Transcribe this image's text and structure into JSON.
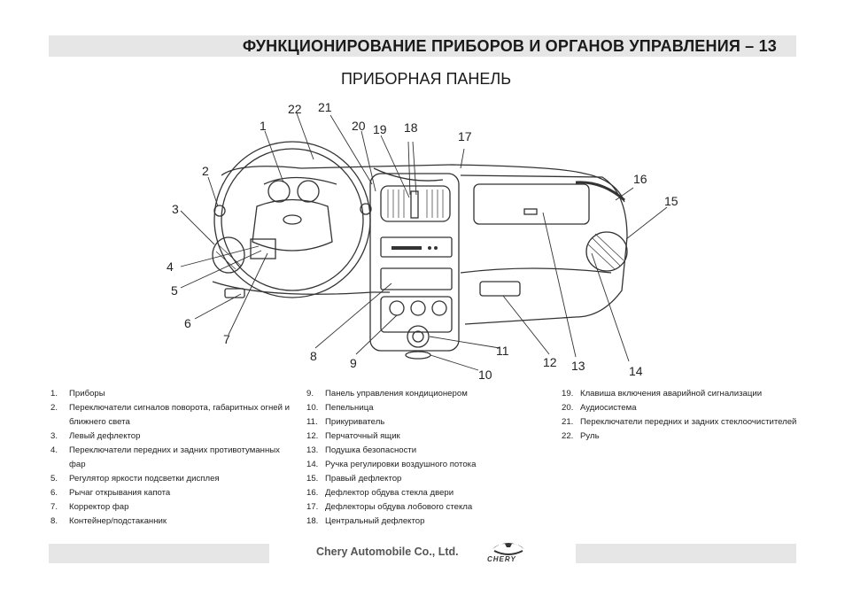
{
  "header": {
    "title": "ФУНКЦИОНИРОВАНИЕ ПРИБОРОВ И ОРГАНОВ УПРАВЛЕНИЯ – 13"
  },
  "section_title": "ПРИБОРНАЯ ПАНЕЛЬ",
  "diagram": {
    "callouts": [
      "1",
      "2",
      "3",
      "4",
      "5",
      "6",
      "7",
      "8",
      "9",
      "10",
      "11",
      "12",
      "13",
      "14",
      "15",
      "16",
      "17",
      "18",
      "19",
      "20",
      "21",
      "22"
    ]
  },
  "legend": {
    "col1": [
      {
        "num": "1.",
        "text": "Приборы"
      },
      {
        "num": "2.",
        "text": "Переключатели сигналов поворота, габаритных огней и ближнего света"
      },
      {
        "num": "3.",
        "text": "Левый дефлектор"
      },
      {
        "num": "4.",
        "text": "Переключатели передних и задних противотуманных фар"
      },
      {
        "num": "5.",
        "text": "Регулятор яркости подсветки дисплея"
      },
      {
        "num": "6.",
        "text": "Рычаг открывания капота"
      },
      {
        "num": "7.",
        "text": "Корректор фар"
      },
      {
        "num": "8.",
        "text": "Контейнер/подстаканник"
      }
    ],
    "col2": [
      {
        "num": "9.",
        "text": "Панель управления кондиционером"
      },
      {
        "num": "10.",
        "text": "Пепельница"
      },
      {
        "num": "11.",
        "text": "Прикуриватель"
      },
      {
        "num": "12.",
        "text": "Перчаточный ящик"
      },
      {
        "num": "13.",
        "text": "Подушка безопасности"
      },
      {
        "num": "14.",
        "text": "Ручка регулировки воздушного потока"
      },
      {
        "num": "15.",
        "text": "Правый дефлектор"
      },
      {
        "num": "16.",
        "text": "Дефлектор обдува стекла двери"
      },
      {
        "num": "17.",
        "text": "Дефлекторы обдува лобового стекла"
      },
      {
        "num": "18.",
        "text": "Центральный дефлектор"
      }
    ],
    "col3": [
      {
        "num": "19.",
        "text": "Клавиша включения аварийной сигнализации"
      },
      {
        "num": "20.",
        "text": "Аудиосистема"
      },
      {
        "num": "21.",
        "text": "Переключатели передних и задних стеклоочистителей"
      },
      {
        "num": "22.",
        "text": "Руль"
      }
    ]
  },
  "footer": {
    "company": "Chery Automobile Co., Ltd.",
    "logo_text": "CHERY"
  }
}
